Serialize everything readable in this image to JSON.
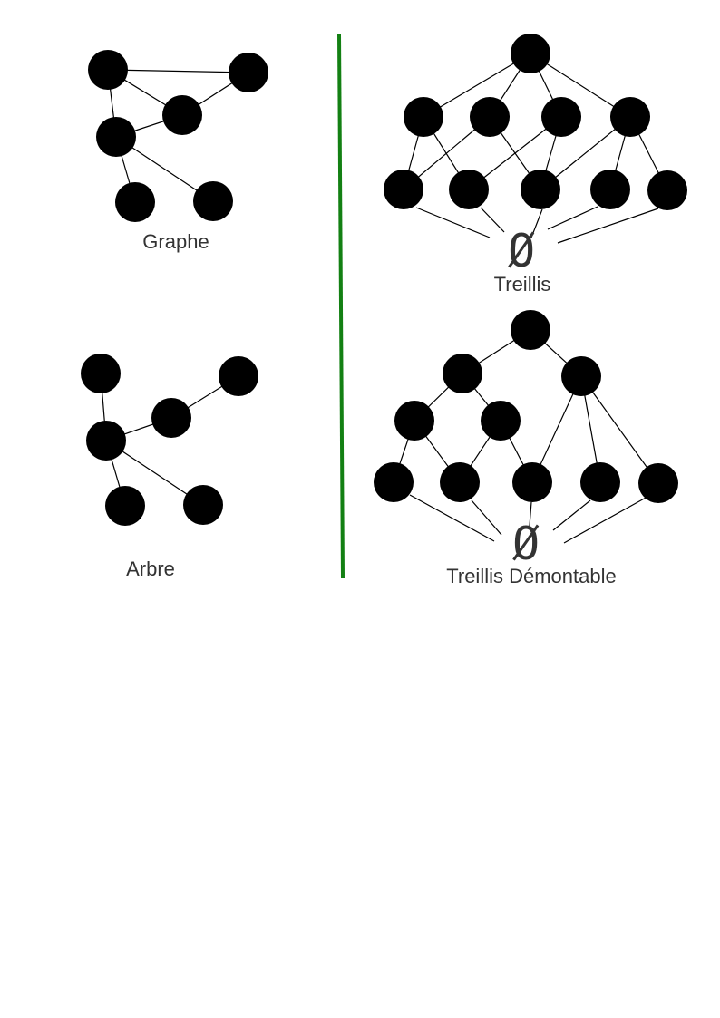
{
  "colors": {
    "divider": "#138013",
    "node": "#000000",
    "text": "#333333"
  },
  "diagrams": [
    {
      "id": "graphe",
      "label": "Graphe",
      "empty_symbol": "",
      "nodes": 6,
      "edges": 7
    },
    {
      "id": "arbre",
      "label": "Arbre",
      "empty_symbol": "",
      "nodes": 6,
      "edges": 5
    },
    {
      "id": "treillis",
      "label": "Treillis",
      "empty_symbol": "Ø",
      "nodes": 10,
      "edges": 19
    },
    {
      "id": "treillis-demontable",
      "label": "Treillis Démontable",
      "empty_symbol": "Ø",
      "nodes": 10,
      "edges": 16
    }
  ]
}
